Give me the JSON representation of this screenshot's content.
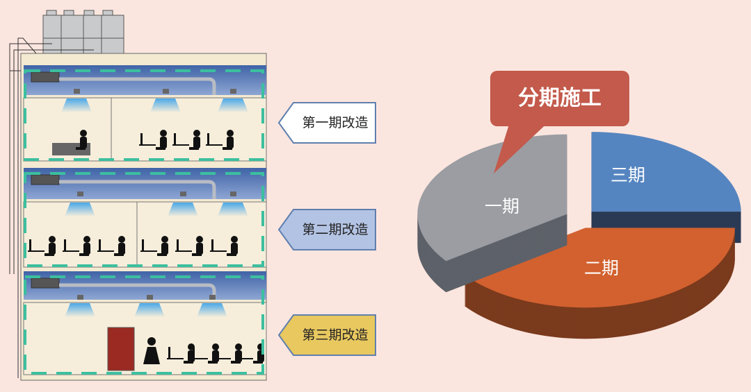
{
  "tags": [
    {
      "label": "第一期改造",
      "fill": "#ffffff"
    },
    {
      "label": "第二期改造",
      "fill": "#b3c3e3"
    },
    {
      "label": "第三期改造",
      "fill": "#e8c85f"
    }
  ],
  "callout": "分期施工",
  "chart_data": {
    "type": "pie",
    "title": "分期施工",
    "slices": [
      {
        "label": "三期",
        "value": 25,
        "color": "#5585c0",
        "side": "#2a3a55"
      },
      {
        "label": "二期",
        "value": 40,
        "color": "#d2612f",
        "side": "#7a3a1d"
      },
      {
        "label": "一期",
        "value": 35,
        "color": "#9b9da2",
        "side": "#5d6169"
      }
    ]
  },
  "colors": {
    "dash": "#3cbf9f",
    "ceiling": "#4c6fae",
    "room": "#f6eedb"
  }
}
